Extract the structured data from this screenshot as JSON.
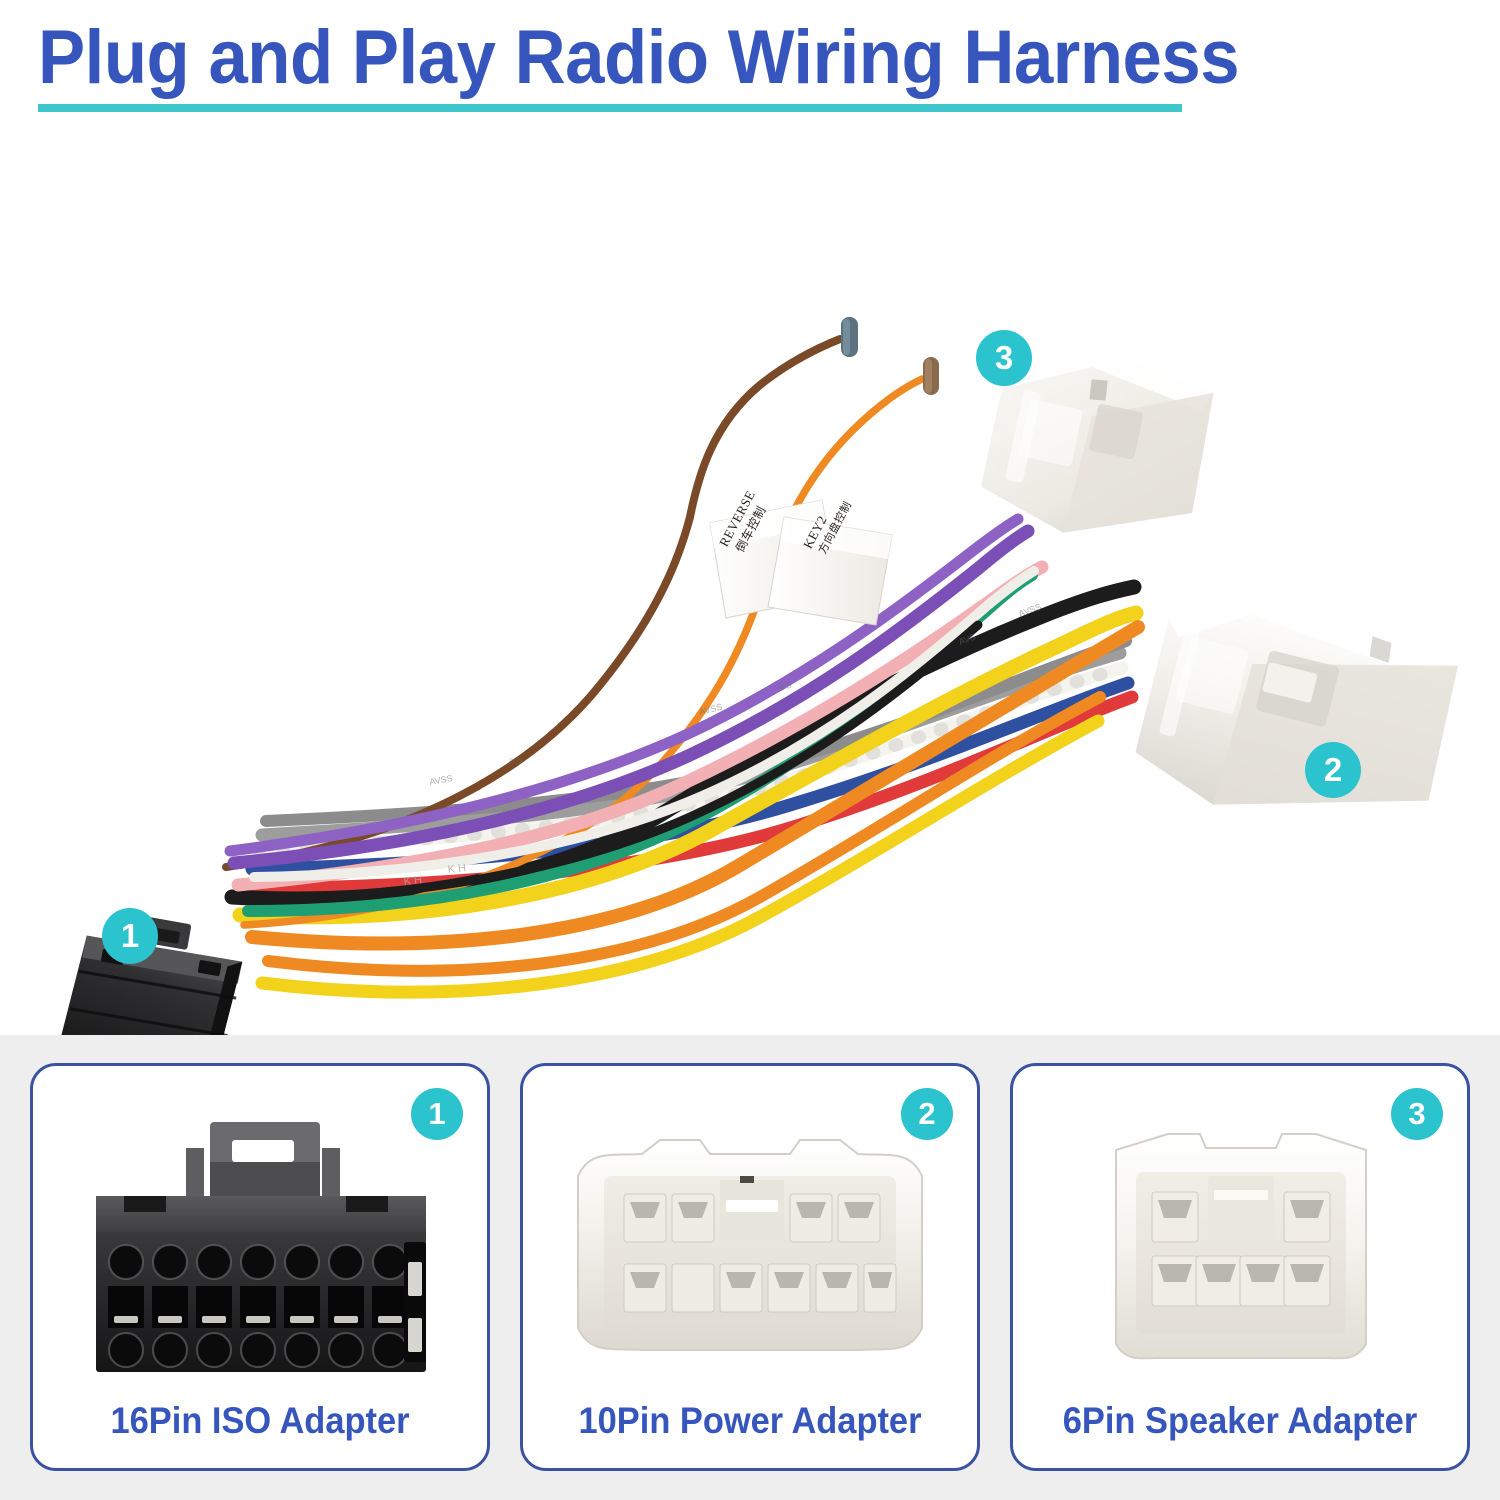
{
  "header": {
    "title": "Plug and Play Radio Wiring Harness",
    "title_color": "#3656be",
    "underline_color": "#3ec6cd"
  },
  "hero": {
    "background": "#ffffff",
    "badges": [
      {
        "id": "1",
        "label": "1",
        "target": "16Pin ISO Adapter"
      },
      {
        "id": "2",
        "label": "2",
        "target": "10Pin Power Adapter"
      },
      {
        "id": "3",
        "label": "3",
        "target": "6Pin Speaker Adapter"
      }
    ],
    "badge_color": "#2bc3ce",
    "wire_labels": [
      {
        "en": "REVERSE",
        "cn": "倒车控制"
      },
      {
        "en": "KEY2",
        "cn": "方向盘控制"
      }
    ],
    "wire_colors": [
      "#7a4a28",
      "#f2b0b4",
      "#1c1c1c",
      "#f2d21a",
      "#7b4fb5",
      "#1f9e74",
      "#ef8a23",
      "#9a9a9a",
      "#f5f5f2",
      "#2f4fa0",
      "#e03a3a"
    ]
  },
  "gallery": {
    "background": "#eeeeee",
    "card_border_color": "#3a52a0",
    "label_color": "#3656be",
    "cards": [
      {
        "number": "1",
        "label": "16Pin ISO Adapter",
        "connector": "black-16pin-iso"
      },
      {
        "number": "2",
        "label": "10Pin Power Adapter",
        "connector": "white-10pin-power"
      },
      {
        "number": "3",
        "label": "6Pin Speaker Adapter",
        "connector": "white-6pin-speaker"
      }
    ]
  }
}
